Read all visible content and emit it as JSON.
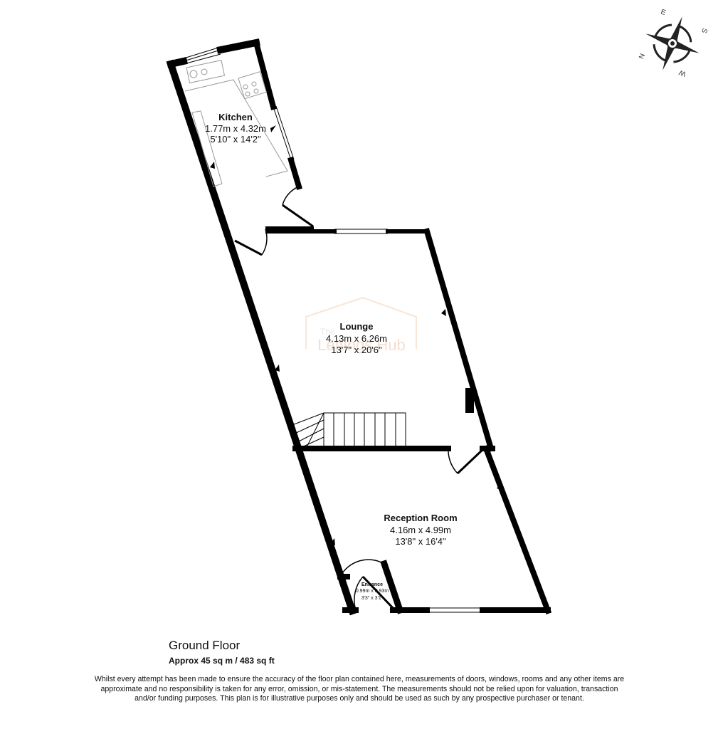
{
  "floor_plan": {
    "rooms": [
      {
        "name": "Kitchen",
        "metric": "1.77m x 4.32m",
        "imperial": "5'10\" x 14'2\""
      },
      {
        "name": "Lounge",
        "metric": "4.13m x 6.26m",
        "imperial": "13'7\" x 20'6\""
      },
      {
        "name": "Reception Room",
        "metric": "4.16m x 4.99m",
        "imperial": "13'8\" x 16'4\""
      },
      {
        "name": "Entrance",
        "metric": "0.99m x 0.93m",
        "imperial": "3'3\" x 3'1\""
      }
    ],
    "watermark": {
      "line1": "The",
      "line2": "Lettings Hub",
      "color": "#f2c9a8"
    },
    "wall_color": "#000000"
  },
  "compass": {
    "labels": [
      "N",
      "E",
      "S",
      "W"
    ]
  },
  "footer": {
    "floor_title": "Ground Floor",
    "area": "Approx 45 sq m / 483 sq ft",
    "disclaimer": "Whilst every attempt has been made to ensure the accuracy of the floor plan contained here, measurements of doors, windows, rooms and any other items are approximate and no responsibility is taken for any error, omission, or mis-statement. The measurements should not be relied upon for valuation, transaction and/or funding purposes. This plan is for illustrative purposes only and should be used as such by any prospective purchaser or tenant."
  }
}
